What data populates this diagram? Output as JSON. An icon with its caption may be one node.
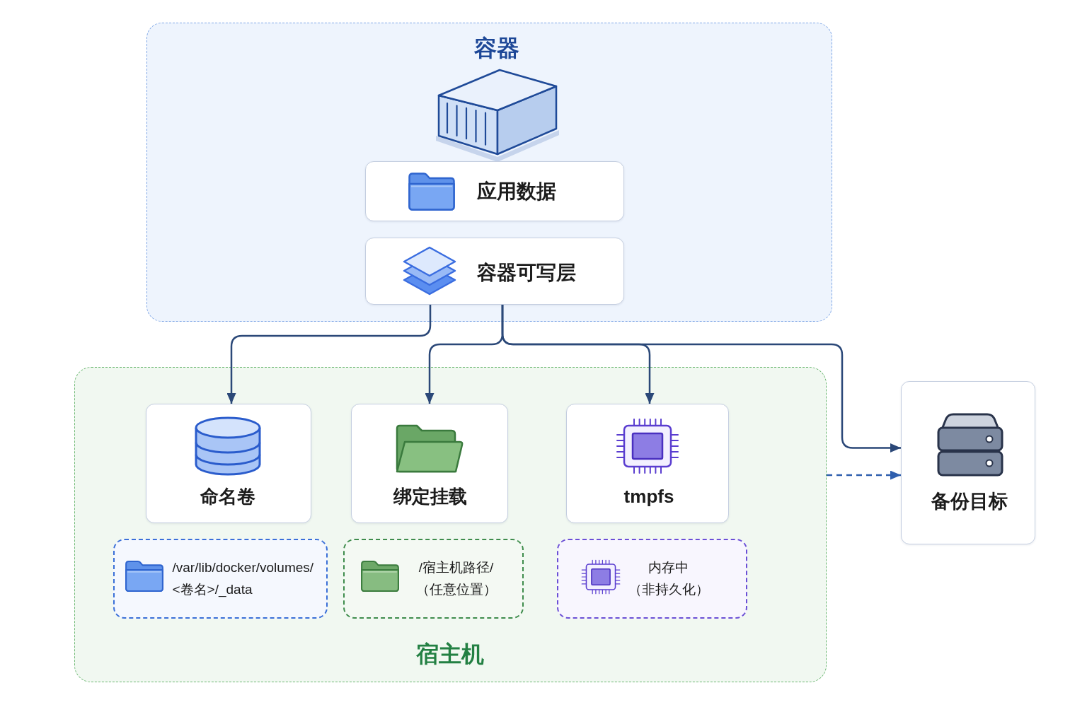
{
  "diagram": {
    "nodes": [
      {
        "text": [
          "容器"
        ]
      },
      {
        "text": [
          "应用数据"
        ],
        "in": 0
      },
      {
        "text": [
          "容器可写层"
        ],
        "in": 0
      },
      {
        "text": [
          "宿主机"
        ]
      },
      {
        "text": [
          "命名卷"
        ],
        "in": 3
      },
      {
        "text": [
          "绑定挂载"
        ],
        "in": 3
      },
      {
        "text": [
          "tmpfs"
        ],
        "in": 3
      },
      {
        "text": [
          "/var/lib/docker/volumes/ <卷名>/_data"
        ],
        "in": 3
      },
      {
        "text": [
          "/宿主机路径/（任意位置）"
        ],
        "in": 3
      },
      {
        "text": [
          "内存中（非持久化）"
        ],
        "in": 3
      },
      {
        "text": [
          "备份目标"
        ]
      }
    ],
    "edges": [
      {
        "from": 2,
        "to": 4,
        "arrow": "to"
      },
      {
        "from": 2,
        "to": 5,
        "arrow": "to"
      },
      {
        "from": 2,
        "to": 6,
        "arrow": "to"
      },
      {
        "from": 2,
        "to": 10,
        "arrow": "to"
      },
      {
        "from": 3,
        "to": 10,
        "arrow": "to",
        "style": "dashed",
        "color": "#2f5fae"
      }
    ]
  }
}
